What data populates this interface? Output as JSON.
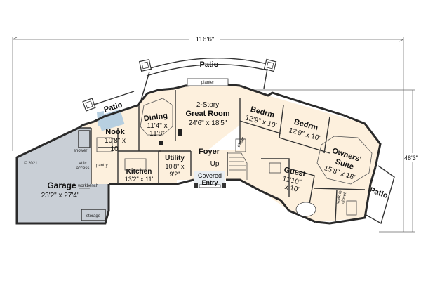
{
  "overall": {
    "width": "116'6\"",
    "depth": "48'3\""
  },
  "rooms": {
    "great_room": {
      "name_1": "2-Story",
      "name_2": "Great Room",
      "dims": "24'6\" x 18'5\""
    },
    "dining": {
      "name": "Dining",
      "dims_1": "11'4\" x",
      "dims_2": "11'8\""
    },
    "nook": {
      "name": "Nook",
      "dims_1": "10'8\" x",
      "dims_2": "10'"
    },
    "kitchen": {
      "name": "Kitchen",
      "dims": "13'2\" x 11'"
    },
    "utility": {
      "name": "Utility",
      "dims_1": "10'8\" x",
      "dims_2": "9'2\""
    },
    "foyer": {
      "name": "Foyer",
      "stair": "Up"
    },
    "bedrm1": {
      "name": "Bedrm",
      "dims": "12'9\" x 10'"
    },
    "bedrm2": {
      "name": "Bedrm",
      "dims": "12'9\" x 10'"
    },
    "owners_suite": {
      "name_1": "Owners'",
      "name_2": "Suite",
      "dims": "15'8\" x 18'"
    },
    "guest": {
      "name": "Guest",
      "dims_1": "11'10\"",
      "dims_2": "x 10'"
    },
    "garage": {
      "name": "Garage",
      "dims": "23'2\" x 27'4\""
    },
    "covered_entry": {
      "name_1": "Covered",
      "name_2": "Entry"
    }
  },
  "patios": {
    "top": "Patio",
    "left": "Patio",
    "right": "Patio"
  },
  "small_labels": {
    "planter": "planter",
    "shower": "shower",
    "pantry": "pantry",
    "attic_access_1": "attic",
    "attic_access_2": "access",
    "workbench": "workbench",
    "storage": "storage",
    "closet": "closet",
    "walk_in_1": "walk-in",
    "walk_in_2": "closet",
    "copyright": "© 2021"
  }
}
